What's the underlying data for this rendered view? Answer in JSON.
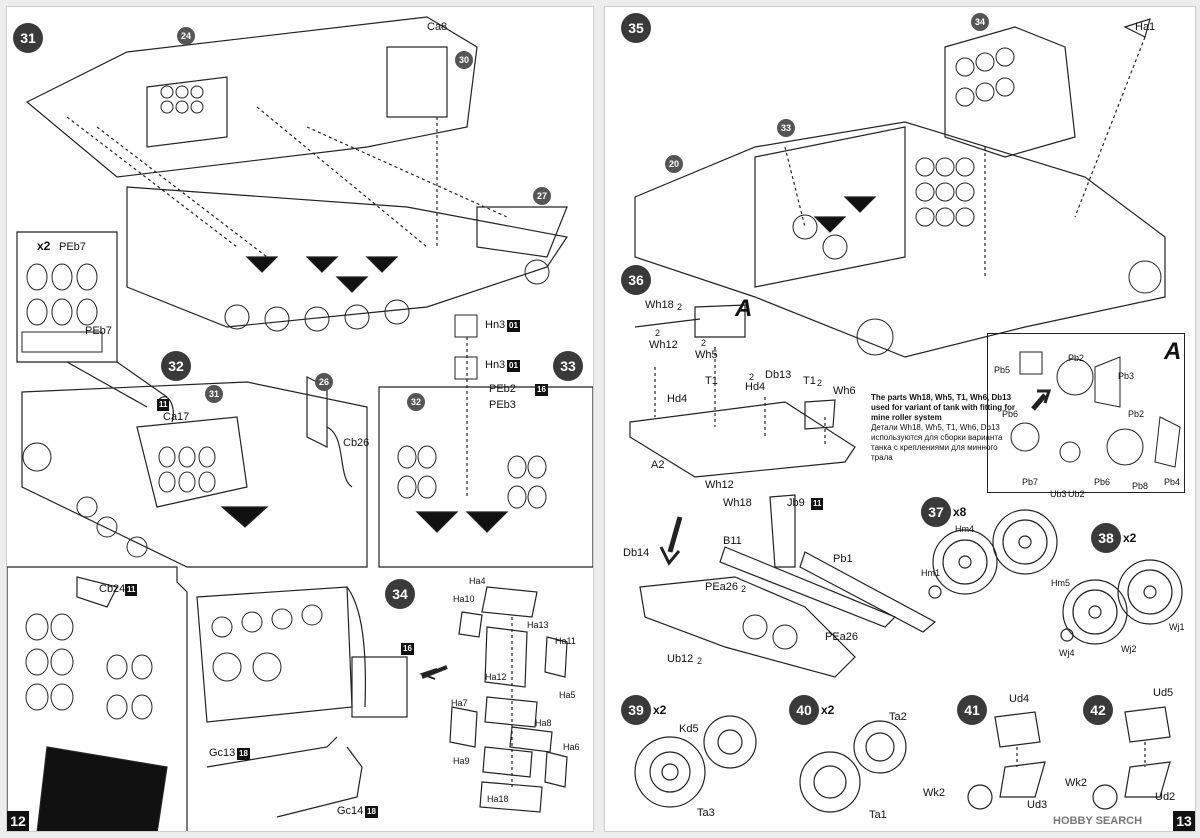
{
  "page_left": "12",
  "page_right": "13",
  "watermark": "HOBBY SEARCH",
  "steps": {
    "s31": "31",
    "s32": "32",
    "s33": "33",
    "s34": "34",
    "s35": "35",
    "s36": "36",
    "s37": "37",
    "s38": "38",
    "s39": "39",
    "s40": "40",
    "s41": "41",
    "s42": "42"
  },
  "refs": {
    "r24": "24",
    "r30": "30",
    "r27": "27",
    "r31": "31",
    "r26": "26",
    "r32": "32",
    "r34": "34",
    "r33": "33",
    "r20": "20"
  },
  "qty": {
    "peb7": "x2",
    "s37": "x8",
    "s38": "x2",
    "s39": "x2",
    "s40": "x2"
  },
  "parts": {
    "Ca8": "Ca8",
    "PEb7a": "PEb7",
    "PEb7b": "PEb7",
    "Ca17": "Ca17",
    "Cb26": "Cb26",
    "Hn3a": "Hn3",
    "Hn3b": "Hn3",
    "PEb2": "PEb2",
    "PEb3": "PEb3",
    "Cb24": "Cb24",
    "Gc13": "Gc13",
    "Gc14": "Gc14",
    "Ha4": "Ha4",
    "Ha10": "Ha10",
    "Ha13": "Ha13",
    "Ha11": "Ha11",
    "Ha12": "Ha12",
    "Ha5": "Ha5",
    "Ha7": "Ha7",
    "Ha8": "Ha8",
    "Ha9": "Ha9",
    "Ha6": "Ha6",
    "Ha18": "Ha18",
    "Ha1": "Ha1",
    "Wh18a": "Wh18",
    "Wh12a": "Wh12",
    "Wh5": "Wh5",
    "T1": "T1",
    "Hd4a": "Hd4",
    "Hd4b": "Hd4",
    "Db13": "Db13",
    "T1x2": "T1",
    "Wh6": "Wh6",
    "A2": "A2",
    "Wh12b": "Wh12",
    "Wh18b": "Wh18",
    "Jb9": "Jb9",
    "Db14": "Db14",
    "B11": "B11",
    "Pb1": "Pb1",
    "PEa26a": "PEa26",
    "PEa26b": "PEa26",
    "Ub12": "Ub12",
    "Pb5": "Pb5",
    "Pb2a": "Pb2",
    "Pb3": "Pb3",
    "Pb6a": "Pb6",
    "Pb2b": "Pb2",
    "Pb7": "Pb7",
    "Ub3": "Ub3",
    "Ub2": "Ub2",
    "Pb6b": "Pb6",
    "Pb8": "Pb8",
    "Pb4": "Pb4",
    "Hm4": "Hm4",
    "Hm1": "Hm1",
    "Hm5": "Hm5",
    "Wj4": "Wj4",
    "Wj2": "Wj2",
    "Wj1": "Wj1",
    "Kd5": "Kd5",
    "Ta3": "Ta3",
    "Ta2": "Ta2",
    "Ta1": "Ta1",
    "Ud4": "Ud4",
    "Wk2a": "Wk2",
    "Ud3": "Ud3",
    "Ud5": "Ud5",
    "Wk2b": "Wk2",
    "Ud2": "Ud2"
  },
  "sprues": {
    "ca17": "11",
    "hn3a": "01",
    "hn3b": "01",
    "peb2": "16",
    "cb24": "11",
    "gc13": "18",
    "gc14": "18",
    "s34box": "16",
    "jb9": "11"
  },
  "qty_inline": {
    "wh18": "2",
    "wh12": "2",
    "wh5": "2",
    "hd4": "2",
    "t1": "2",
    "pea26": "2",
    "ub12": "2"
  },
  "detail_label": "A",
  "note": {
    "en": "The parts Wh18, Wh5, T1, Wh6, Db13 used for variant of tank with fitting for mine roller system",
    "ru": "Детали Wh18, Wh5, T1, Wh6, Db13 используются для сборки варианта танка с креплениями для минного трала"
  }
}
